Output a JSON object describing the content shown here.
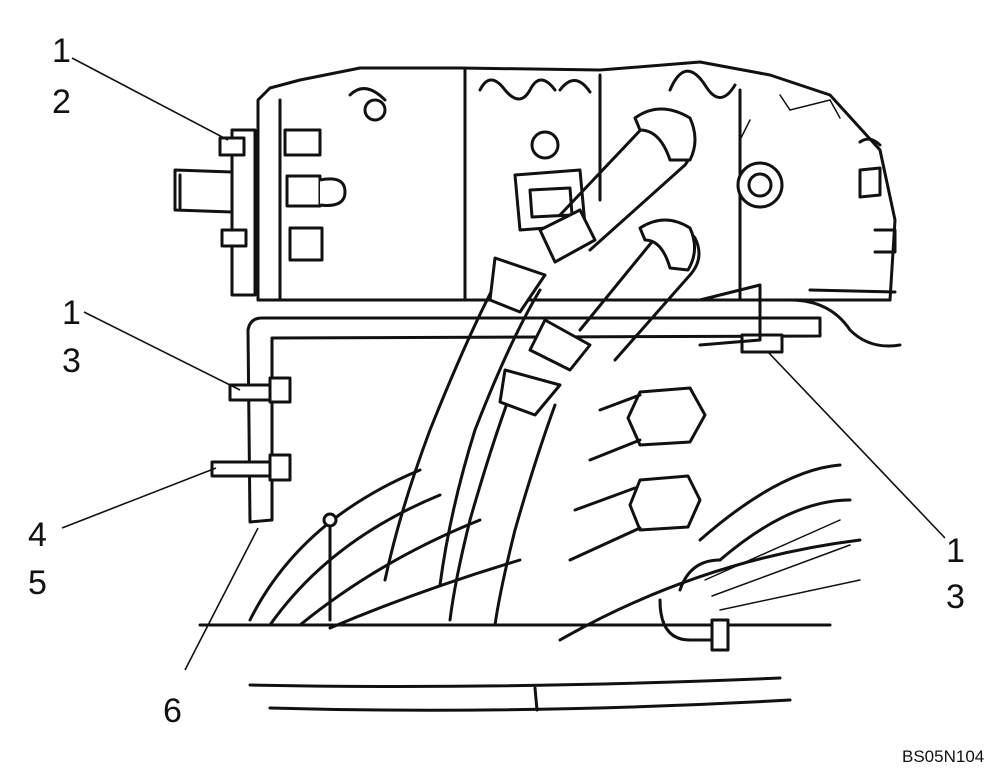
{
  "callouts": {
    "top_left_a": "1",
    "top_left_b": "2",
    "mid_left_a": "1",
    "mid_left_b": "3",
    "lower_left_a": "4",
    "lower_left_b": "5",
    "bottom_mid": "6",
    "right_a": "1",
    "right_b": "3"
  },
  "figure_code": "BS05N104",
  "colors": {
    "ink": "#111111",
    "paper": "#ffffff"
  }
}
